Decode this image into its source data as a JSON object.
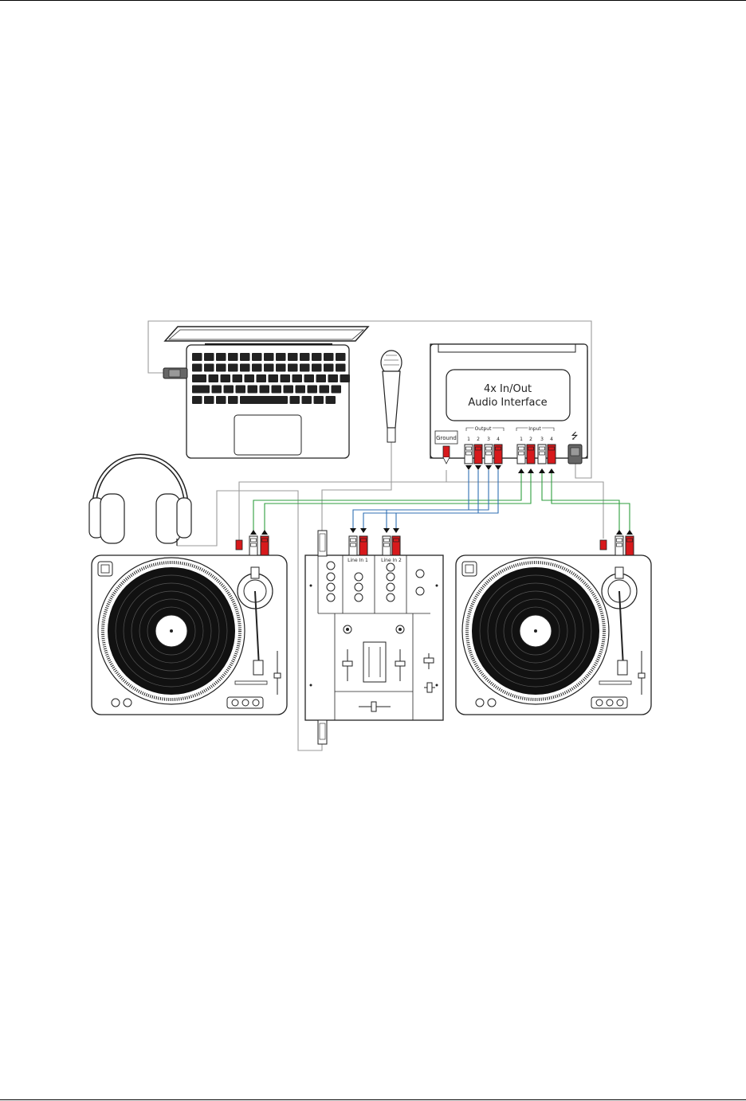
{
  "interface": {
    "title_line1": "4x In/Out",
    "title_line2": "Audio Interface",
    "ground_label": "Ground",
    "output_label": "Output",
    "input_label": "Input",
    "output_channels": [
      "1",
      "2",
      "3",
      "4"
    ],
    "input_channels": [
      "1",
      "2",
      "3",
      "4"
    ],
    "usb_symbol": "⭍"
  },
  "mixer": {
    "line_in_1": "Line In 1",
    "line_in_2": "Line In 2"
  },
  "colors": {
    "cable_gray": "#9a9a9a",
    "cable_green": "#2e9e3e",
    "cable_blue": "#2f6fb3",
    "plug_red": "#d7191c",
    "outline": "#222222"
  }
}
